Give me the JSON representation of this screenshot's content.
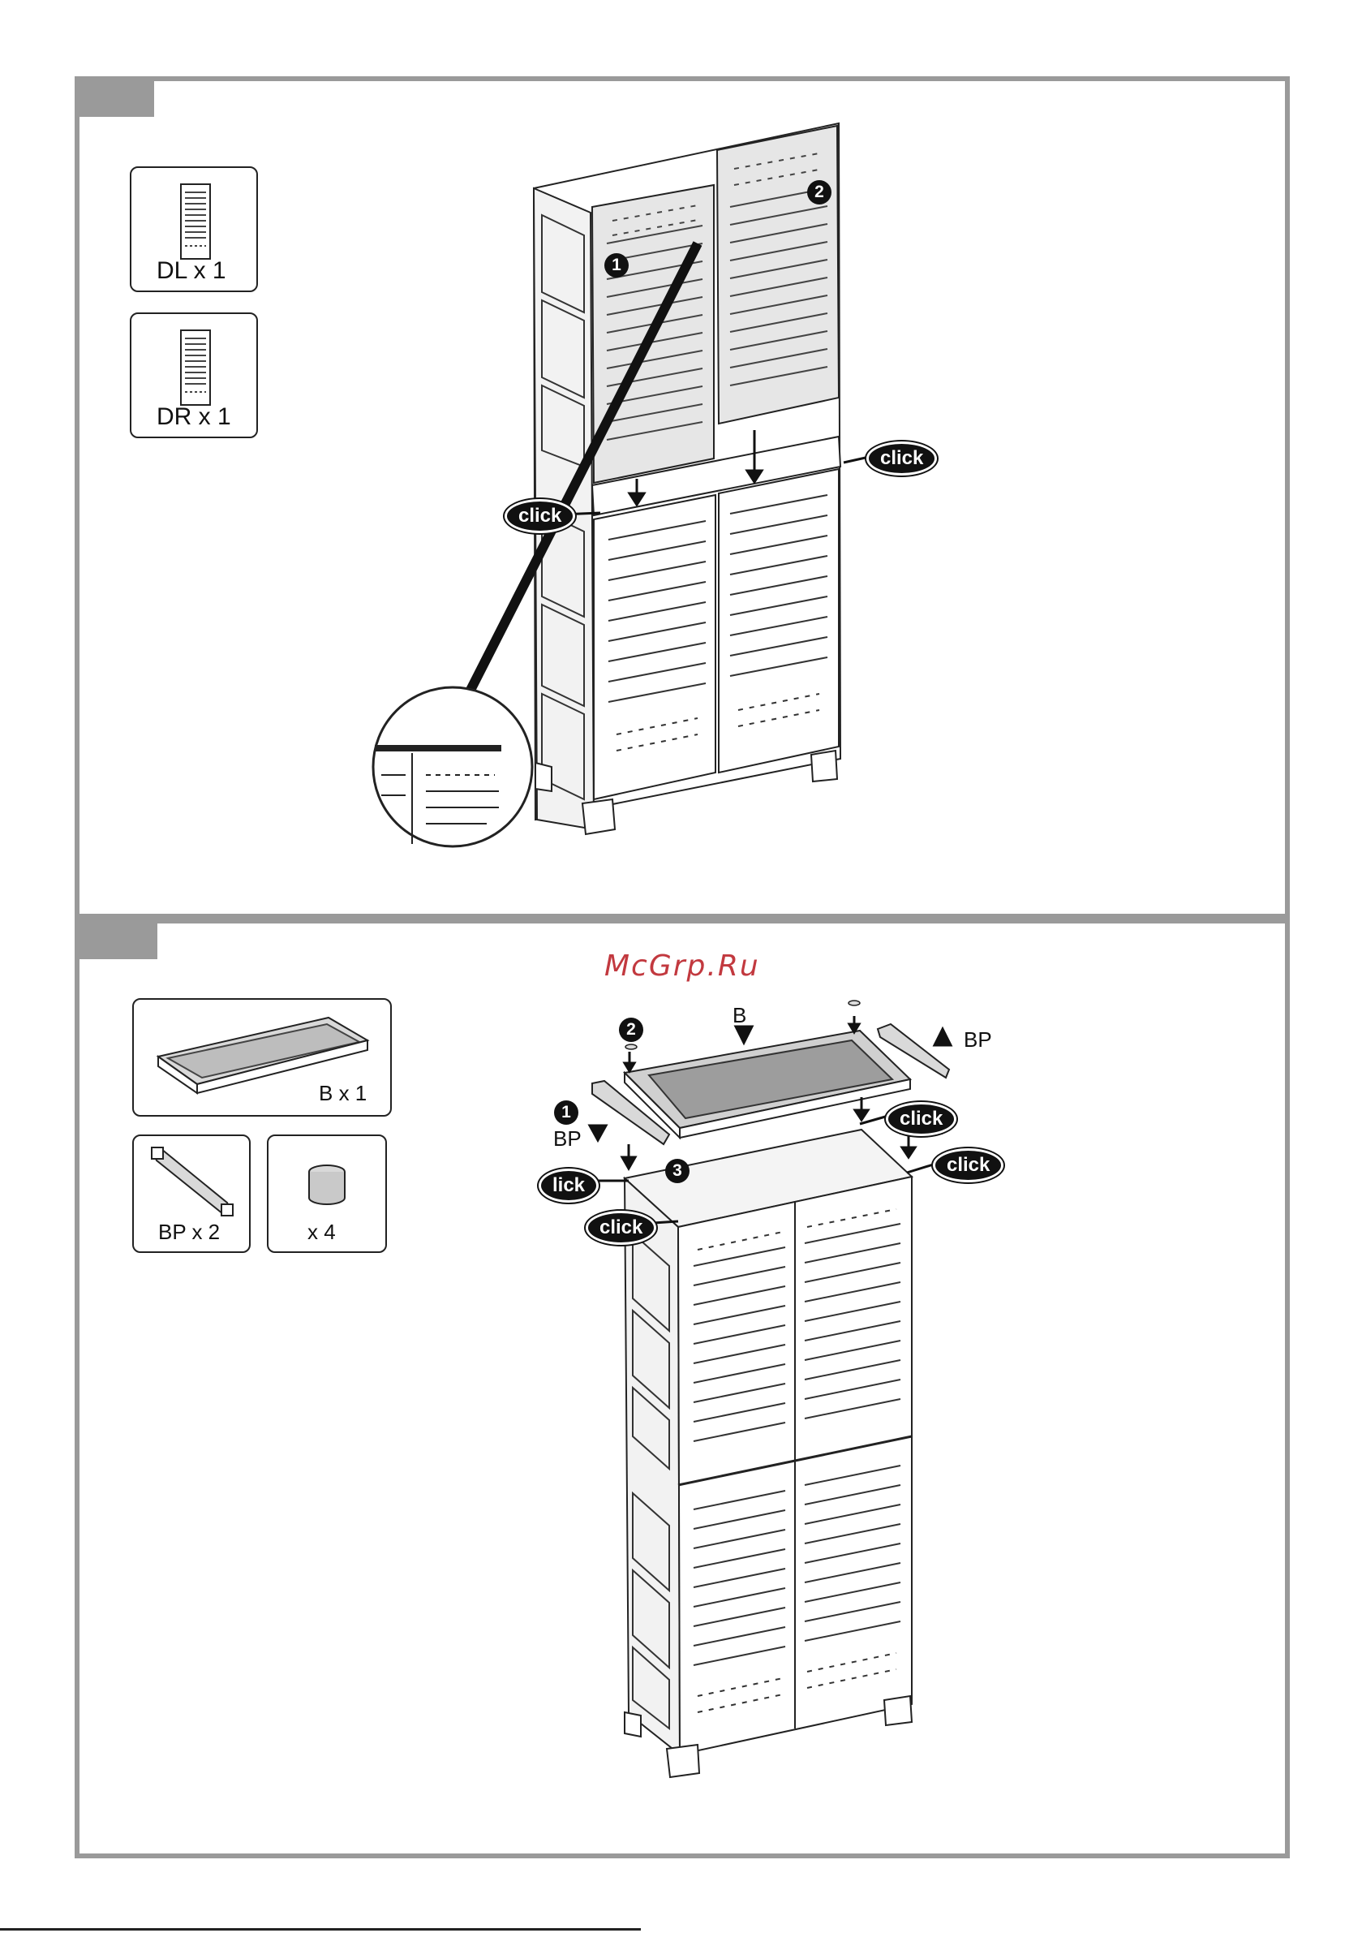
{
  "watermark": "McGrp.Ru",
  "step1": {
    "parts": [
      {
        "label": "DL x 1",
        "icon": "door-left-icon"
      },
      {
        "label": "DR x 1",
        "icon": "door-right-icon"
      }
    ],
    "callouts": {
      "click_left": "click",
      "click_right": "click",
      "num1": "1",
      "num2": "2"
    }
  },
  "step2": {
    "parts": [
      {
        "label": "B x 1",
        "icon": "top-board-icon"
      },
      {
        "label": "BP x 2",
        "icon": "bracket-icon"
      },
      {
        "label": "x 4",
        "icon": "cap-icon"
      }
    ],
    "callouts": {
      "label_b": "B",
      "label_bp_right": "BP",
      "label_bp_left": "BP",
      "num1": "1",
      "num2": "2",
      "num3": "3",
      "click_top_right": "click",
      "click_right": "click",
      "click_left_cut": "lick",
      "click_left": "click"
    }
  },
  "colors": {
    "frame": "#9a9a9a",
    "panel": "#e6e6e6",
    "ink": "#111111",
    "watermark": "#c2393f"
  }
}
